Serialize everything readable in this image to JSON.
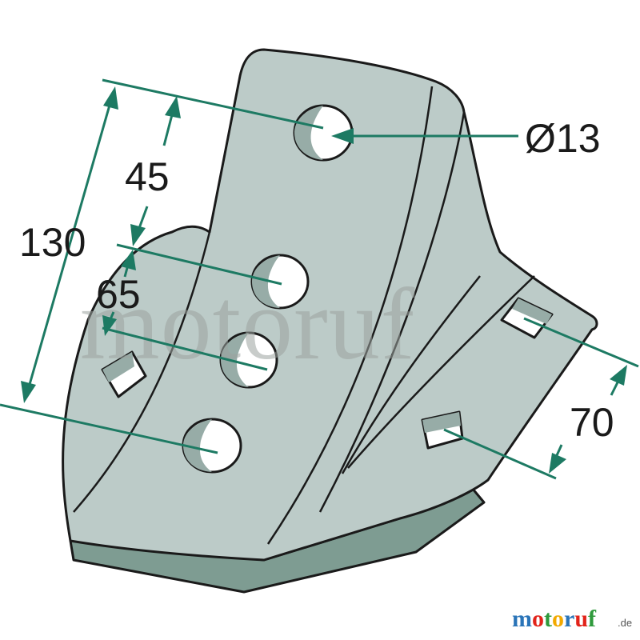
{
  "labels": {
    "diameter": "Ø13",
    "dim_45": "45",
    "dim_130": "130",
    "dim_65": "65",
    "dim_70": "70"
  },
  "watermark": {
    "text": "motoruf"
  },
  "logo": {
    "letters": [
      "m",
      "o",
      "t",
      "o",
      "r",
      "u",
      "f"
    ],
    "letter_colors": [
      "#2a74b8",
      "#e2231a",
      "#2f9a3c",
      "#f2a900",
      "#2a74b8",
      "#e2231a",
      "#2f9a3c"
    ],
    "suffix": ".de"
  },
  "colors": {
    "part_fill": "#bccbc8",
    "part_bottom": "#7e9c92",
    "outline": "#1a1a1a",
    "dimension": "#1d7a63",
    "hole_fill": "#ffffff",
    "hole_shade": "#97aca7"
  }
}
